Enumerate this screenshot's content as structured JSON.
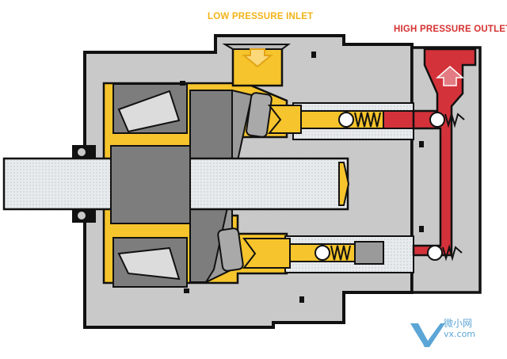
{
  "labels": {
    "low_pressure_inlet": "LOW PRESSURE INLET",
    "high_pressure_outlet": "HIGH PRESSURE OUTLET"
  },
  "watermark": {
    "name": "微小网",
    "domain": "vx.com"
  },
  "colors": {
    "low_pressure": "#f6c42c",
    "high_pressure": "#d4323a",
    "housing": "#c9c9c9",
    "component_dark": "#7d7d7d",
    "outline": "#111111",
    "watermark": "#5ba6d6"
  }
}
